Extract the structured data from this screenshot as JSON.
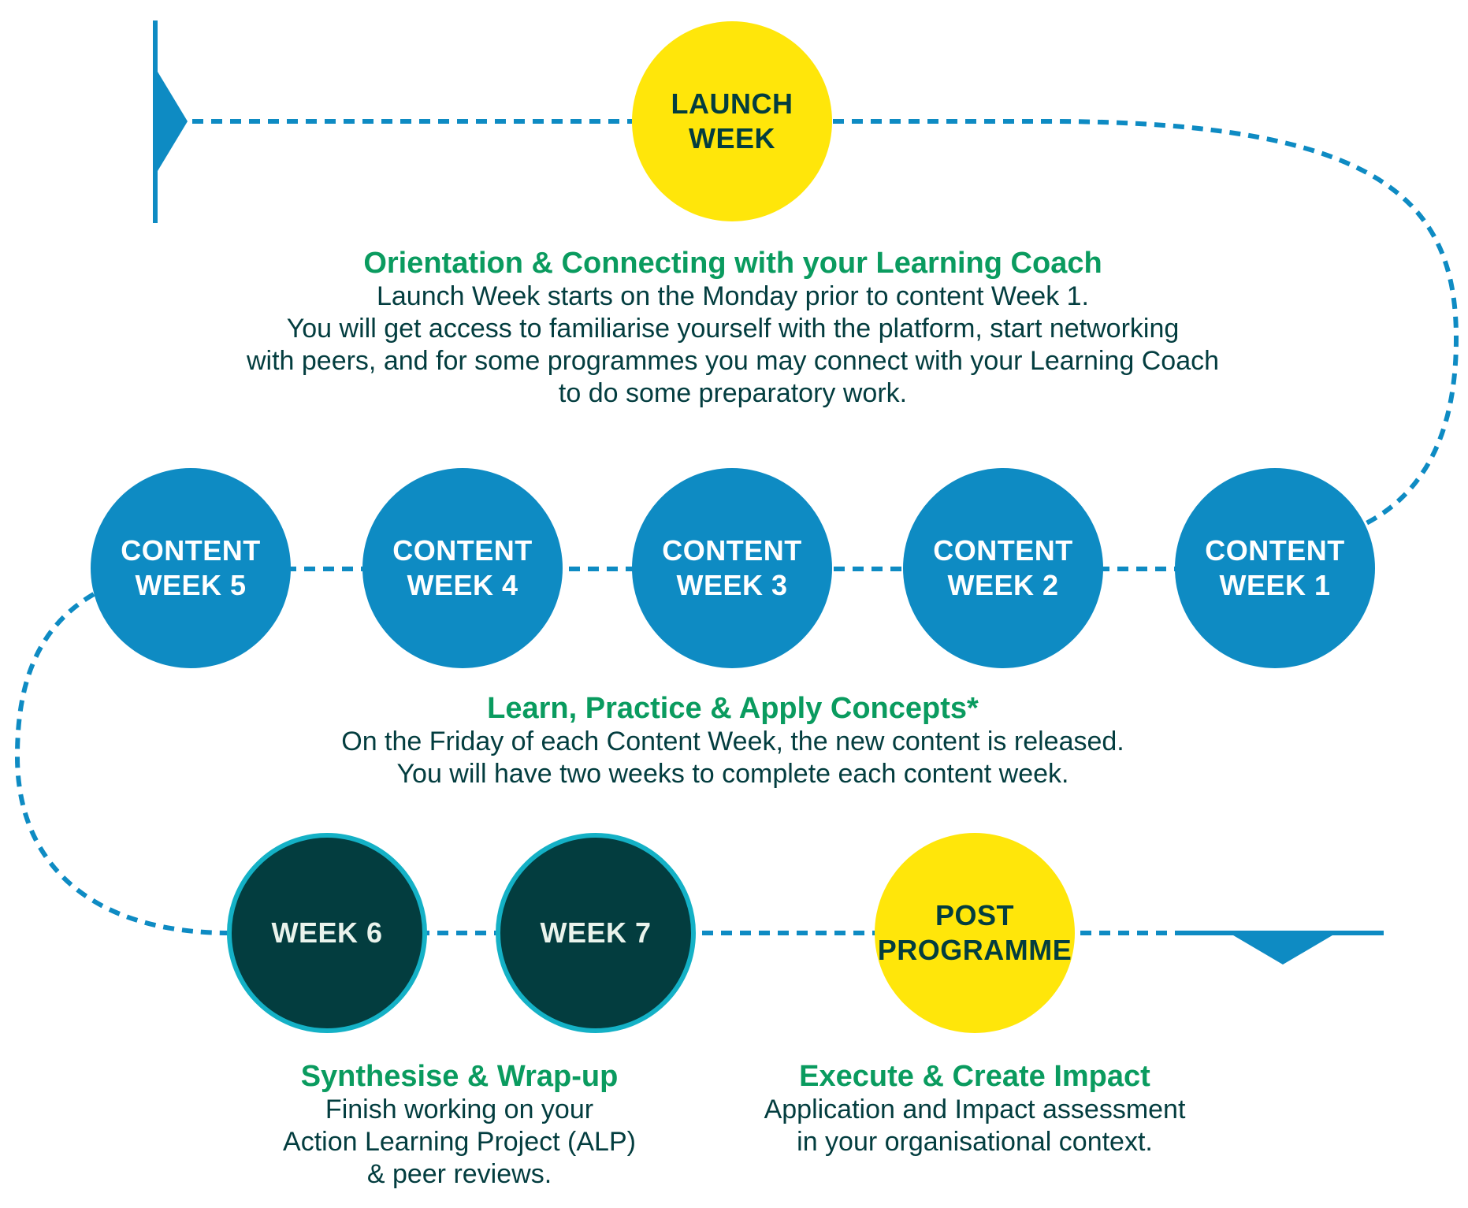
{
  "colors": {
    "path_blue": "#0e8bc3",
    "launch_yellow": "#ffe60a",
    "content_blue": "#0e8bc3",
    "week_dark": "#033d3f",
    "week_border": "#14b1c6",
    "heading_green": "#0a9b5f",
    "body_text": "#033d3f"
  },
  "start_marker": {
    "icon": "start-arrow-icon"
  },
  "end_marker": {
    "icon": "end-arrow-icon"
  },
  "nodes": {
    "launch": {
      "line1": "LAUNCH",
      "line2": "WEEK"
    },
    "content1": {
      "line1": "CONTENT",
      "line2": "WEEK 1"
    },
    "content2": {
      "line1": "CONTENT",
      "line2": "WEEK 2"
    },
    "content3": {
      "line1": "CONTENT",
      "line2": "WEEK 3"
    },
    "content4": {
      "line1": "CONTENT",
      "line2": "WEEK 4"
    },
    "content5": {
      "line1": "CONTENT",
      "line2": "WEEK 5"
    },
    "week6": {
      "line1": "WEEK 6"
    },
    "week7": {
      "line1": "WEEK 7"
    },
    "post": {
      "line1": "POST",
      "line2": "PROGRAMME"
    }
  },
  "sections": {
    "orientation": {
      "heading": "Orientation & Connecting with your Learning Coach",
      "lines": [
        "Launch Week starts on the Monday prior to content Week 1.",
        "You will get access to familiarise yourself with the platform, start networking",
        "with peers, and for some programmes you may connect with your Learning Coach",
        "to do some preparatory work."
      ]
    },
    "learn": {
      "heading": "Learn, Practice & Apply Concepts*",
      "lines": [
        "On the Friday of each Content Week, the new content is released.",
        "You will have two weeks to complete each content week."
      ]
    },
    "synthesise": {
      "heading": "Synthesise & Wrap-up",
      "lines": [
        "Finish working on your",
        "Action Learning Project (ALP)",
        "& peer reviews."
      ]
    },
    "execute": {
      "heading": "Execute & Create Impact",
      "lines": [
        "Application and Impact assessment",
        "in your organisational context."
      ]
    }
  }
}
